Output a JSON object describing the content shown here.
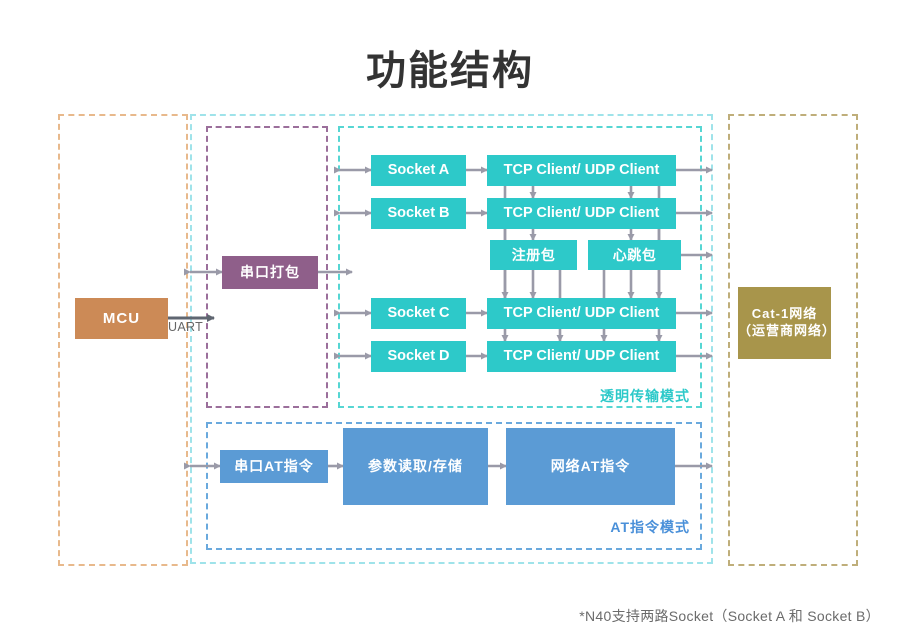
{
  "page": {
    "title": "功能结构",
    "footnote": "*N40支持两路Socket（Socket A 和 Socket B）"
  },
  "colors": {
    "teal": "#2dc9c9",
    "blue": "#5b9bd5",
    "purple": "#8f5f8a",
    "orange": "#cc8a56",
    "olive": "#a8954b",
    "arrow": "#9a9aa8",
    "arrow_dark": "#5f6671",
    "dash_mcu": "#e8b98c",
    "dash_module": "#9fe3ea",
    "dash_serial": "#9b6f9b",
    "dash_trans": "#56d6d3",
    "dash_at": "#6aa9dd",
    "dash_net": "#bfae7a"
  },
  "mcu": {
    "label": "MCU",
    "uart_label": "UART"
  },
  "serial": {
    "pack_label": "串口打包"
  },
  "transparent_mode": {
    "mode_label": "透明传输模式",
    "sockets": [
      {
        "label": "Socket A"
      },
      {
        "label": "Socket B"
      },
      {
        "label": "Socket C"
      },
      {
        "label": "Socket D"
      }
    ],
    "clients": [
      {
        "label": "TCP Client/ UDP Client"
      },
      {
        "label": "TCP Client/ UDP Client"
      },
      {
        "label": "TCP Client/ UDP Client"
      },
      {
        "label": "TCP Client/ UDP Client"
      }
    ],
    "packets": [
      {
        "label": "注册包"
      },
      {
        "label": "心跳包"
      }
    ]
  },
  "at_mode": {
    "mode_label": "AT指令模式",
    "boxes": [
      {
        "label": "串口AT指令"
      },
      {
        "label": "参数读取/存储"
      },
      {
        "label": "网络AT指令"
      }
    ]
  },
  "network": {
    "line1": "Cat-1网络",
    "line2": "（运营商网络）"
  }
}
